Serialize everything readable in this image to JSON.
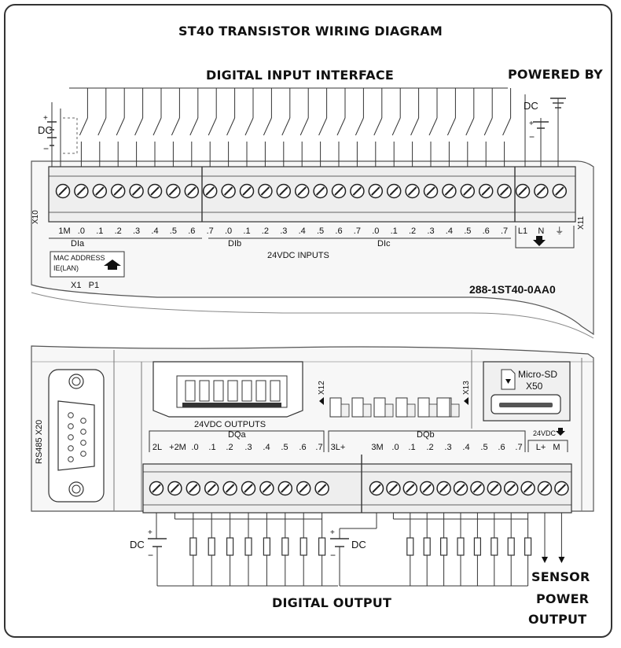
{
  "headings": {
    "title": "ST40 TRANSISTOR WIRING DIAGRAM",
    "digital_input": "DIGITAL INPUT INTERFACE",
    "powered_by": "POWERED BY",
    "digital_output": "DIGITAL OUTPUT",
    "sensor_power_output": [
      "SENSOR",
      "POWER",
      "OUTPUT"
    ]
  },
  "input_section": {
    "connector_left": "X10",
    "connector_right": "X11",
    "terminals_dia": [
      "1M",
      ".0",
      ".1",
      ".2",
      ".3",
      ".4",
      ".5",
      ".6"
    ],
    "terminals_dib": [
      ".7",
      ".0",
      ".1",
      ".2",
      ".3",
      ".4",
      ".5",
      ".6",
      ".7"
    ],
    "terminals_dic": [
      ".0",
      ".1",
      ".2",
      ".3",
      ".4",
      ".5",
      ".6",
      ".7"
    ],
    "group_dia": "DIa",
    "group_dib": "DIb",
    "group_dic": "DIc",
    "inputs_caption": "24VDC INPUTS",
    "power_terminals": [
      "L1",
      "N",
      "⏚"
    ],
    "mac_address": "MAC ADDRESS",
    "ie_lan": "IE(LAN)",
    "port_labels": "X1   P1",
    "model_number": "288-1ST40-0AA0",
    "dc_label": "DC",
    "power_dc_label": "DC"
  },
  "output_section": {
    "serial_port": "RS485 X20",
    "outputs_caption": "24VDC OUTPUTS",
    "group_dqa": "DQa",
    "group_dqb": "DQb",
    "terminals_dqa": [
      "2L",
      "+2M",
      ".0",
      ".1",
      ".2",
      ".3",
      ".4",
      ".5",
      ".6",
      ".7"
    ],
    "terminals_dqb": [
      "3L+",
      "3M",
      ".0",
      ".1",
      ".2",
      ".3",
      ".4",
      ".5",
      ".6",
      ".7"
    ],
    "sensor_supply": "24VDC",
    "sensor_terminals": [
      "L+",
      "M"
    ],
    "expansion_x12": "X12",
    "expansion_x13": "X13",
    "micro_sd": "Micro-SD",
    "micro_sd_slot": "X50",
    "dc_left": "DC",
    "dc_right": "DC"
  }
}
